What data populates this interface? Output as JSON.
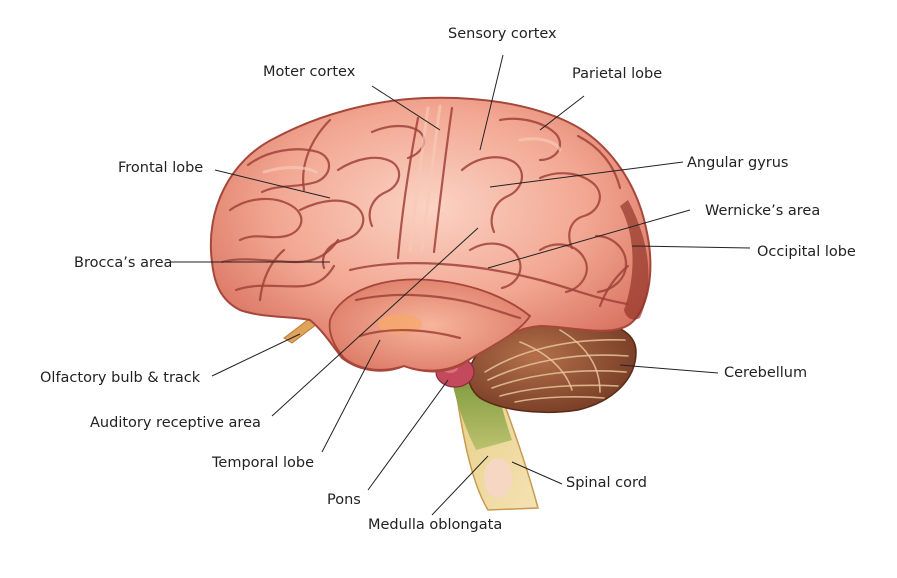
{
  "diagram": {
    "labels": {
      "sensory_cortex": "Sensory cortex",
      "moter_cortex": "Moter cortex",
      "parietal_lobe": "Parietal lobe",
      "frontal_lobe": "Frontal lobe",
      "angular_gyrus": "Angular gyrus",
      "wernickes_area": "Wernicke’s area",
      "brocas_area": "Brocca’s area",
      "occipital_lobe": "Occipital lobe",
      "olfactory": "Olfactory bulb & track",
      "cerebellum": "Cerebellum",
      "auditory": "Auditory receptive area",
      "temporal_lobe": "Temporal lobe",
      "pons": "Pons",
      "spinal_cord": "Spinal cord",
      "medulla": "Medulla oblongata"
    },
    "colors": {
      "cerebrum": "#f2a792",
      "cerebrum_dark": "#b5483c",
      "cerebellum": "#8a4a2c",
      "spinal_cord": "#e8c77a",
      "pons": "#c0455a",
      "medulla_green": "#8aa54a"
    }
  }
}
